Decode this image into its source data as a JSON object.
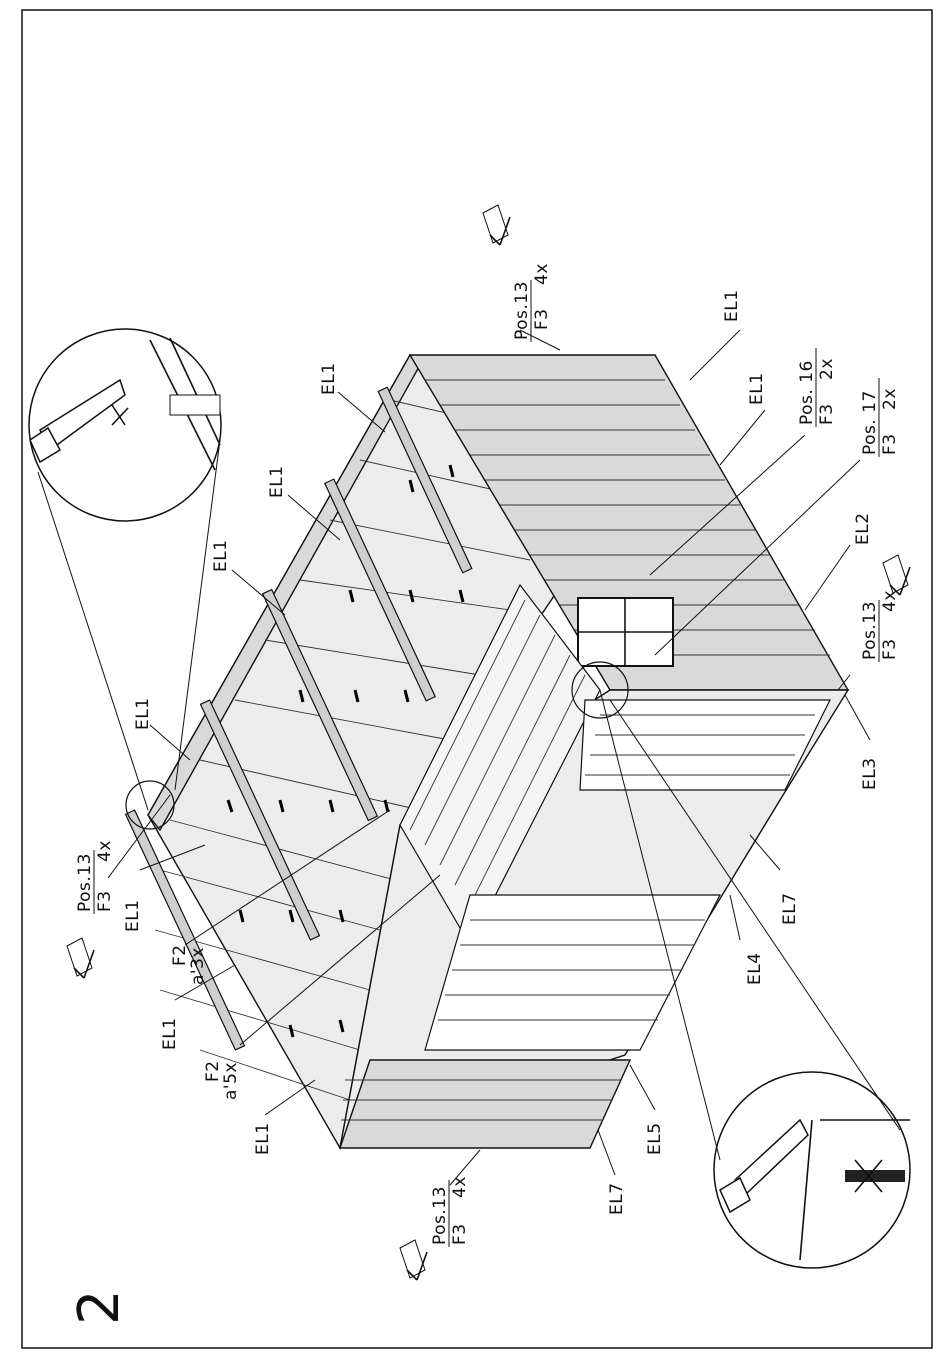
{
  "page": {
    "step_number": "2"
  },
  "labels": {
    "el1": "EL1",
    "el2": "EL2",
    "el3": "EL3",
    "el4": "EL4",
    "el5": "EL5",
    "el7": "EL7",
    "pos13": "Pos.13",
    "pos16": "Pos. 16",
    "pos17": "Pos. 17",
    "f3": "F3",
    "f2": "F2",
    "qty_4x": "4x",
    "qty_2x": "2x",
    "qty_a3x": "a'3x",
    "qty_a5x": "a'5x"
  }
}
